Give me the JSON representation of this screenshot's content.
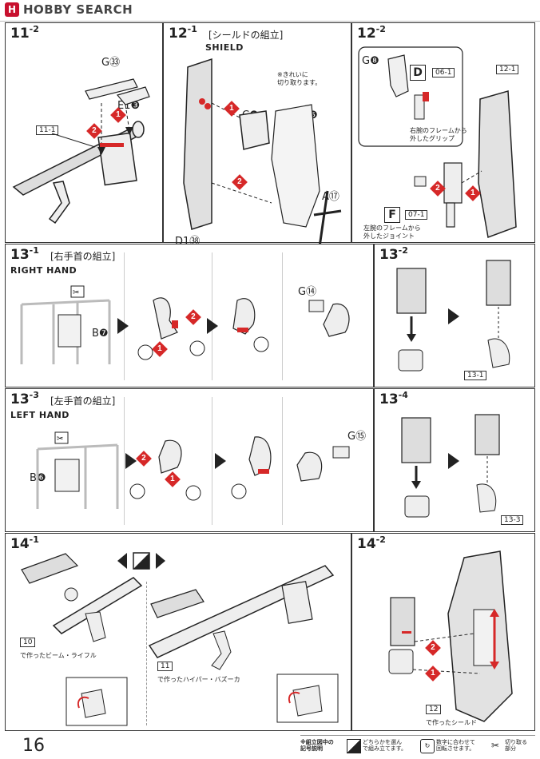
{
  "brand": {
    "name": "HOBBY SEARCH",
    "badge": "H"
  },
  "page_number": "16",
  "steps": {
    "s11_2": {
      "major": "11",
      "minor": "-2",
      "parts": {
        "g": "G㉝",
        "e": "E1❸"
      },
      "ref": "11-1"
    },
    "s12_1": {
      "major": "12",
      "minor": "-1",
      "title_jp": "[シールドの組立]",
      "title_en": "SHIELD",
      "note": "※きれいに\n切り取ります。",
      "parts": {
        "c2": "C❷",
        "c5": "C❺",
        "a": "A⑰",
        "d1": "D1㊳"
      }
    },
    "s12_2": {
      "major": "12",
      "minor": "-2",
      "parts": {
        "g": "G❽"
      },
      "ref": "12-1",
      "box_d": "D",
      "box_d_ref": "06-1",
      "box_f": "F",
      "box_f_ref": "07-1",
      "note_d": "右腕のフレームから\n外したグリップ",
      "note_f": "左腕のフレームから\n外したジョイント"
    },
    "s13_1": {
      "major": "13",
      "minor": "-1",
      "title_jp": "[右手首の組立]",
      "title_en": "RIGHT HAND",
      "parts": {
        "b": "B❼",
        "g": "G⑭"
      }
    },
    "s13_2": {
      "major": "13",
      "minor": "-2",
      "ref": "13-1"
    },
    "s13_3": {
      "major": "13",
      "minor": "-3",
      "title_jp": "[左手首の組立]",
      "title_en": "LEFT HAND",
      "parts": {
        "b": "B❻",
        "g": "G⑮"
      }
    },
    "s13_4": {
      "major": "13",
      "minor": "-4",
      "ref": "13-3"
    },
    "s14_1": {
      "major": "14",
      "minor": "-1",
      "ref_rifle": "10",
      "ref_rifle_text": "で作ったビーム・ライフル",
      "ref_bazooka": "11",
      "ref_bazooka_text": "で作ったハイパー・バズーカ"
    },
    "s14_2": {
      "major": "14",
      "minor": "-2",
      "ref": "12",
      "ref_text": "で作ったシールド"
    }
  },
  "legend": {
    "title": "※組立図中の\n記号説明",
    "item1": "どちらかを選ん\nで組み立てます。",
    "item2": "数字に合わせて\n回転させます。",
    "item3": "切り取る\n部分"
  },
  "colors": {
    "accent": "#d62828",
    "line": "#222222"
  }
}
